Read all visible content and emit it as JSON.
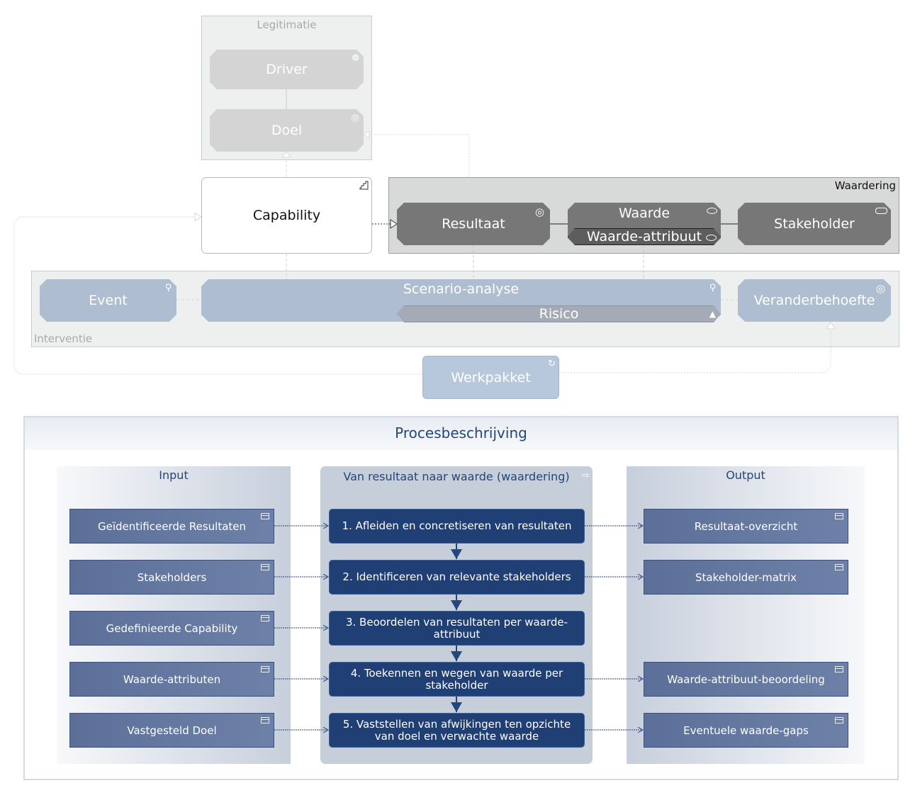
{
  "diagram": {
    "legitimatie": {
      "label": "Legitimatie",
      "driver": "Driver",
      "doel": "Doel"
    },
    "capability": "Capability",
    "waardering": {
      "label": "Waardering",
      "resultaat": "Resultaat",
      "waarde": "Waarde",
      "waarde_attribuut": "Waarde-attribuut",
      "stakeholder": "Stakeholder"
    },
    "interventie": {
      "label": "Interventie",
      "event": "Event",
      "scenario": "Scenario-analyse",
      "risico": "Risico",
      "veranderbehoefte": "Veranderbehoefte"
    },
    "werkpakket": "Werkpakket",
    "icons": {
      "driver": "wheel-icon",
      "doel": "target-icon",
      "capability": "steps-icon",
      "resultaat": "target-arrow-icon",
      "waarde": "ellipse-icon",
      "stakeholder": "cylinder-icon",
      "event": "magnifier-icon",
      "risico": "warning-icon",
      "werkpakket": "loop-arrow-icon"
    },
    "colors": {
      "legitimatie_node": "#d3d4d3",
      "waardering_node": "#767776",
      "interventie_node": "#afbdd0",
      "werkpakket_node": "#b7c8dc",
      "process_step": "#1f3f75",
      "process_doc": "#5b6f98"
    }
  },
  "process": {
    "title": "Procesbeschrijving",
    "input": {
      "heading": "Input",
      "items": [
        "Geïdentificeerde Resultaten",
        "Stakeholders",
        "Gedefinieerde Capability",
        "Waarde-attributen",
        "Vastgesteld Doel"
      ]
    },
    "main": {
      "heading": "Van resultaat naar waarde (waardering)",
      "steps": [
        "1. Afleiden en concretiseren van resultaten",
        "2. Identificeren van relevante stakeholders",
        "3. Beoordelen van resultaten per waarde-attribuut",
        "4. Toekennen en wegen van waarde per stakeholder",
        "5. Vaststellen van afwijkingen ten opzichte van doel en verwachte waarde"
      ]
    },
    "output": {
      "heading": "Output",
      "items": [
        "Resultaat-overzicht",
        "Stakeholder-matrix",
        "Waarde-attribuut-beoordeling",
        "Eventuele waarde-gaps"
      ]
    }
  }
}
